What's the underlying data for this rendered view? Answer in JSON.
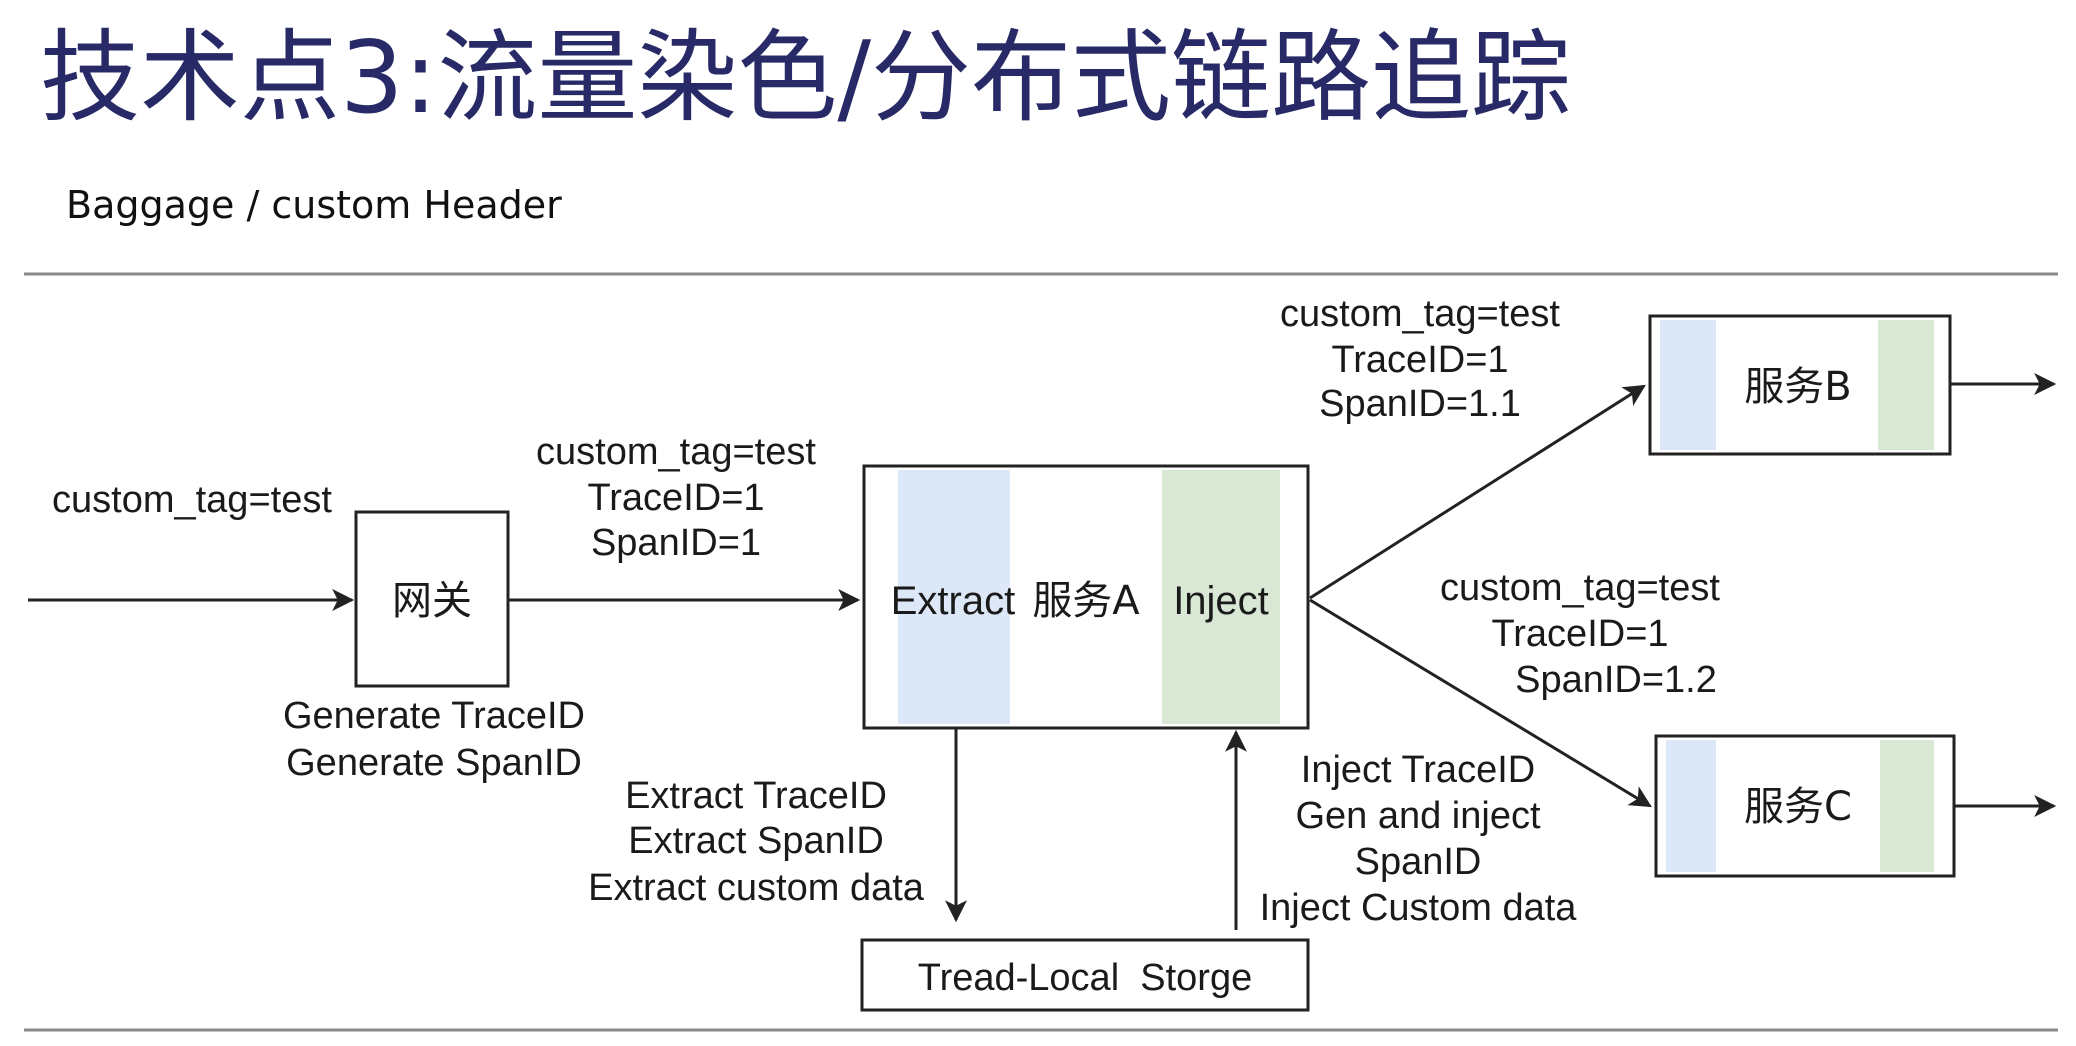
{
  "slide": {
    "title": "技术点3:流量染色/分布式链路追踪",
    "subtitle": "Baggage / custom Header"
  },
  "colors": {
    "title": "#272a66",
    "extract_band": "#dce7f7",
    "inject_band": "#d8e8d4"
  },
  "diagram": {
    "incoming_label": "custom_tag=test",
    "gateway": {
      "label": "网关",
      "notes": [
        "Generate TraceID",
        "Generate SpanID"
      ]
    },
    "gw_to_a": [
      "custom_tag=test",
      "TraceID=1",
      "SpanID=1"
    ],
    "service_a": {
      "extract": "Extract",
      "name": "服务A",
      "inject": "Inject"
    },
    "a_to_b": [
      "custom_tag=test",
      "TraceID=1",
      "SpanID=1.1"
    ],
    "a_to_c": [
      "custom_tag=test",
      "TraceID=1",
      "SpanID=1.2"
    ],
    "service_b": {
      "name": "服务B"
    },
    "service_c": {
      "name": "服务C"
    },
    "extract_notes": [
      "Extract TraceID",
      "Extract SpanID",
      "Extract custom data"
    ],
    "inject_notes": [
      "Inject TraceID",
      "Gen and inject",
      "SpanID",
      "Inject Custom data"
    ],
    "storage": {
      "label": "Tread-Local  Storge"
    }
  }
}
